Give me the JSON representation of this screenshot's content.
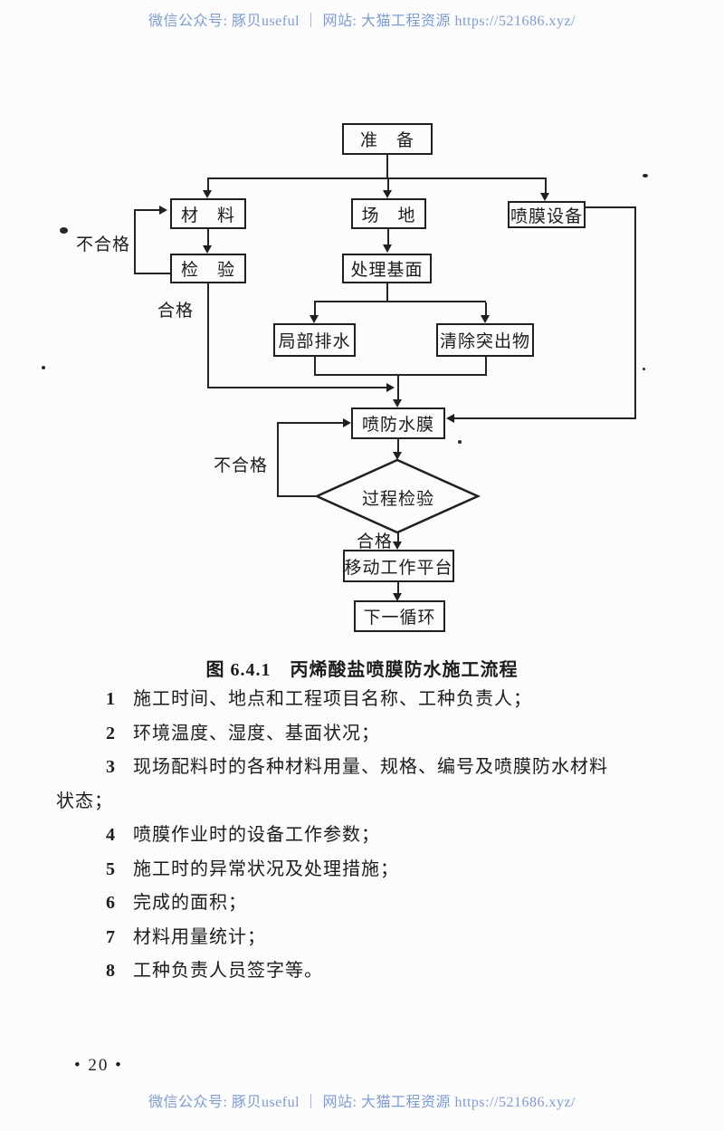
{
  "colors": {
    "watermark": "#7d9cd1",
    "ink": "#1c1c1c",
    "paper": "#fcfcfc"
  },
  "watermark": {
    "top": "微信公众号: 豚贝useful ｜ 网站: 大猫工程资源 https://521686.xyz/",
    "bottom": "微信公众号: 豚贝useful ｜ 网站: 大猫工程资源 https://521686.xyz/"
  },
  "flowchart": {
    "nodes": {
      "prepare": "准　备",
      "material": "材　料",
      "site": "场　地",
      "equipment": "喷膜设备",
      "inspect": "检　验",
      "treat_base": "处理基面",
      "local_drainage": "局部排水",
      "remove_protrusions": "清除突出物",
      "spray_membrane": "喷防水膜",
      "process_inspection": "过程检验",
      "move_platform": "移动工作平台",
      "next_cycle": "下一循环"
    },
    "labels": {
      "fail_1": "不合格",
      "pass_1": "合格",
      "fail_2": "不合格",
      "pass_2": "合格"
    }
  },
  "caption": "图 6.4.1　丙烯酸盐喷膜防水施工流程",
  "list": {
    "items": [
      {
        "num": "1",
        "text": "施工时间、地点和工程项目名称、工种负责人；"
      },
      {
        "num": "2",
        "text": "环境温度、湿度、基面状况；"
      },
      {
        "num": "3",
        "text": "现场配料时的各种材料用量、规格、编号及喷膜防水材料",
        "text_cont": "状态；"
      },
      {
        "num": "4",
        "text": "喷膜作业时的设备工作参数；"
      },
      {
        "num": "5",
        "text": "施工时的异常状况及处理措施；"
      },
      {
        "num": "6",
        "text": "完成的面积；"
      },
      {
        "num": "7",
        "text": "材料用量统计；"
      },
      {
        "num": "8",
        "text": "工种负责人员签字等。"
      }
    ]
  },
  "footer": {
    "page_number": "• 20 •"
  }
}
